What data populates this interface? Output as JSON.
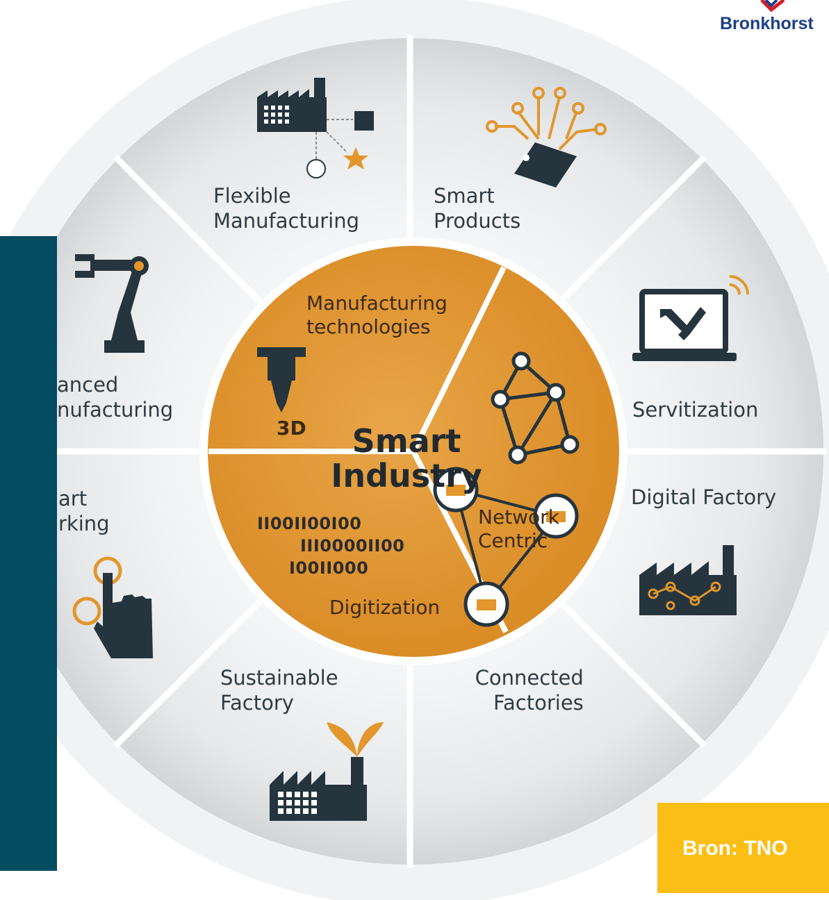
{
  "logo": {
    "text": "Bronkhorst"
  },
  "source_box": {
    "text": "Bron: TNO"
  },
  "center": {
    "line1": "Smart",
    "line2": "Industry"
  },
  "core_segments": {
    "manufacturing": {
      "line1": "Manufacturing",
      "line2": "technologies",
      "badge": "3D"
    },
    "network": {
      "line1": "Network",
      "line2": "Centric"
    },
    "digitization": {
      "label": "Digitization",
      "binary": [
        "II00II00I00",
        "III0000II00",
        "I00II000"
      ]
    }
  },
  "outer_segments": {
    "flexible": {
      "line1": "Flexible",
      "line2": "Manufacturing"
    },
    "smart_products": {
      "line1": "Smart",
      "line2": "Products"
    },
    "servitization": {
      "label": "Servitization"
    },
    "digital_factory": {
      "label": "Digital Factory"
    },
    "connected": {
      "line1": "Connected",
      "line2": "Factories"
    },
    "sustainable": {
      "line1": "Sustainable",
      "line2": "Factory"
    },
    "advanced": {
      "line1": "anced",
      "line2": "nufacturing"
    },
    "smart_working": {
      "line1": "art",
      "line2": "rking"
    }
  },
  "colors": {
    "orange": "#e2962c",
    "dark_icon": "#25343d",
    "ring": "#e4e6e7",
    "teal_panel": "#044c5f",
    "source_yellow": "#fbbe14"
  }
}
